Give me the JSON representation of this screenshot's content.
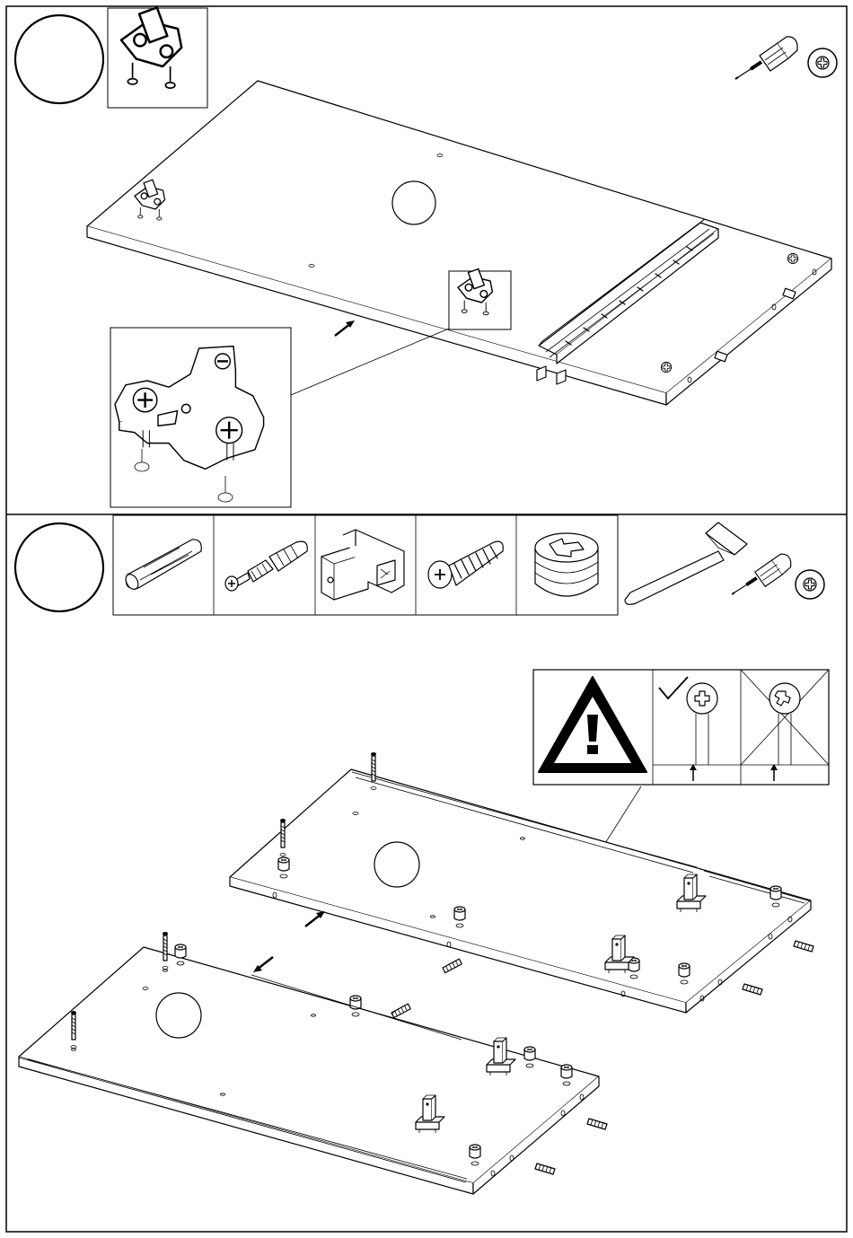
{
  "page": {
    "background": "#ffffff",
    "line_color": "#000000"
  },
  "step1": {
    "step_number": "",
    "hardware": [
      "hinge-mounting-plate"
    ],
    "tools": [
      "phillips-screwdriver"
    ],
    "parts_shown": [
      "panel",
      "drawer-runner",
      "hinge-mounting-plate",
      "screw"
    ]
  },
  "step2": {
    "step_number": "",
    "hardware": [
      "wooden-dowel",
      "cam-bolt",
      "shelf-support-bracket",
      "wood-screw",
      "cam-lock-nut"
    ],
    "tools": [
      "hammer",
      "phillips-screwdriver"
    ],
    "warning": {
      "icon": "warning-triangle-icon",
      "correct": "correct-screw-orientation",
      "incorrect": "incorrect-screw-orientation"
    },
    "parts_shown": [
      "panel",
      "panel",
      "cam-bolt",
      "cam-lock-nut",
      "wooden-dowel",
      "shelf-support-bracket"
    ]
  }
}
